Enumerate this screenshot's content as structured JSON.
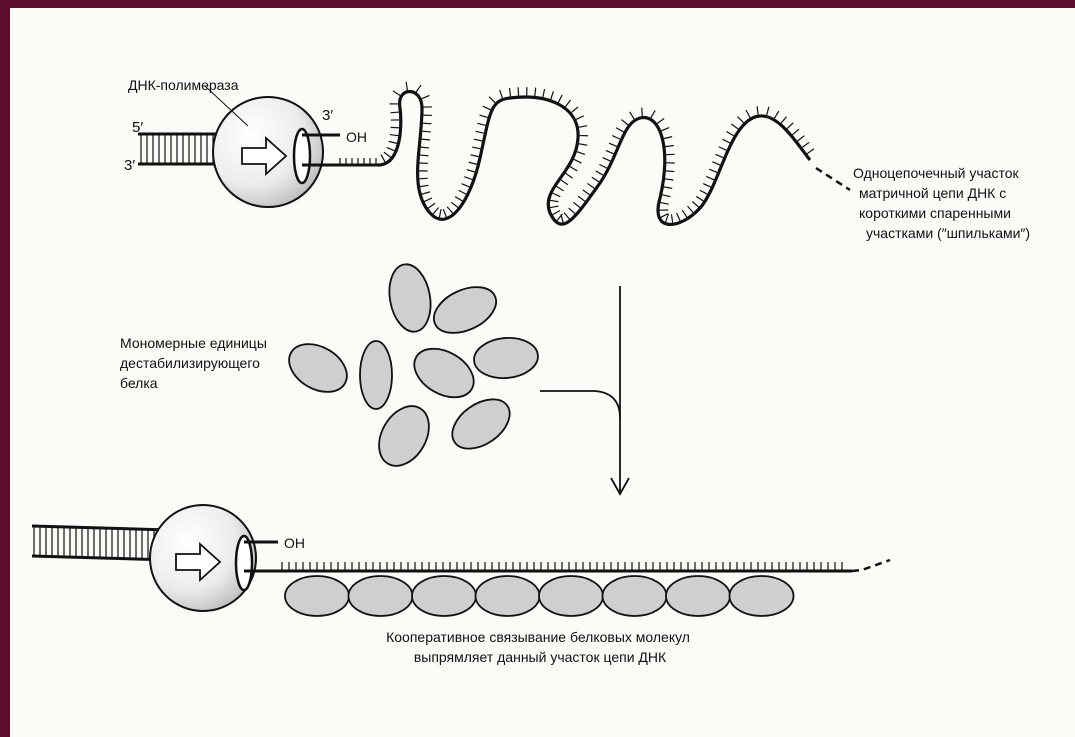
{
  "labels": {
    "polymerase": "ДНК-полимераза",
    "five_prime": "5′",
    "three_prime_left": "3′",
    "three_prime_top": "3′",
    "oh_top": "OH",
    "oh_bottom": "OH",
    "single_strand": [
      "Одноцепочечный участок",
      "матричной цепи ДНК с",
      "короткими спаренными",
      "участками (″шпильками″)"
    ],
    "monomers": [
      "Мономерные единицы",
      "дестабилизирующего",
      "белка"
    ],
    "cooperative": [
      "Кооперативное связывание белковых молекул",
      "выпрямляет данный участок цепи ДНК"
    ]
  },
  "colors": {
    "frame": "#5a0e2c",
    "background": "#fbfbf8",
    "protein_fill": "#cfcfcf",
    "ink": "#111111"
  }
}
